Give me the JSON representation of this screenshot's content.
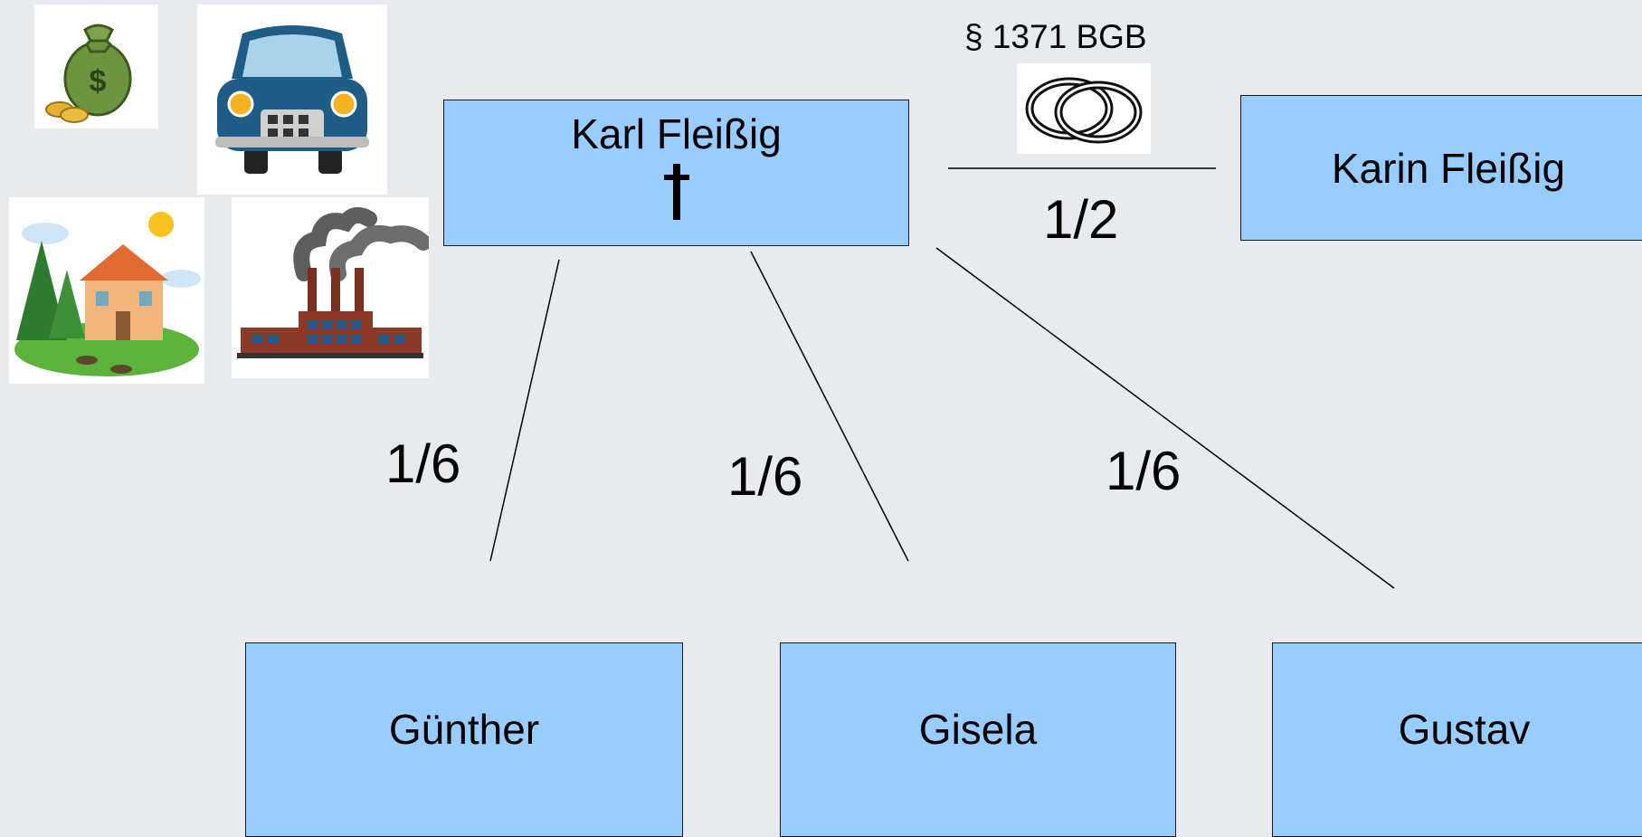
{
  "deceased": {
    "name": "Karl Fleißig"
  },
  "spouse": {
    "name": "Karin Fleißig"
  },
  "law_reference": "§ 1371 BGB",
  "shares": {
    "spouse": "1/2",
    "child1": "1/6",
    "child2": "1/6",
    "child3": "1/6"
  },
  "children": [
    "Günther",
    "Gisela",
    "Gustav"
  ],
  "assets": [
    "money-bag-icon",
    "car-icon",
    "house-icon",
    "factory-icon"
  ],
  "colors": {
    "node_fill": "#99ccff",
    "background": "#e7ebf0"
  }
}
